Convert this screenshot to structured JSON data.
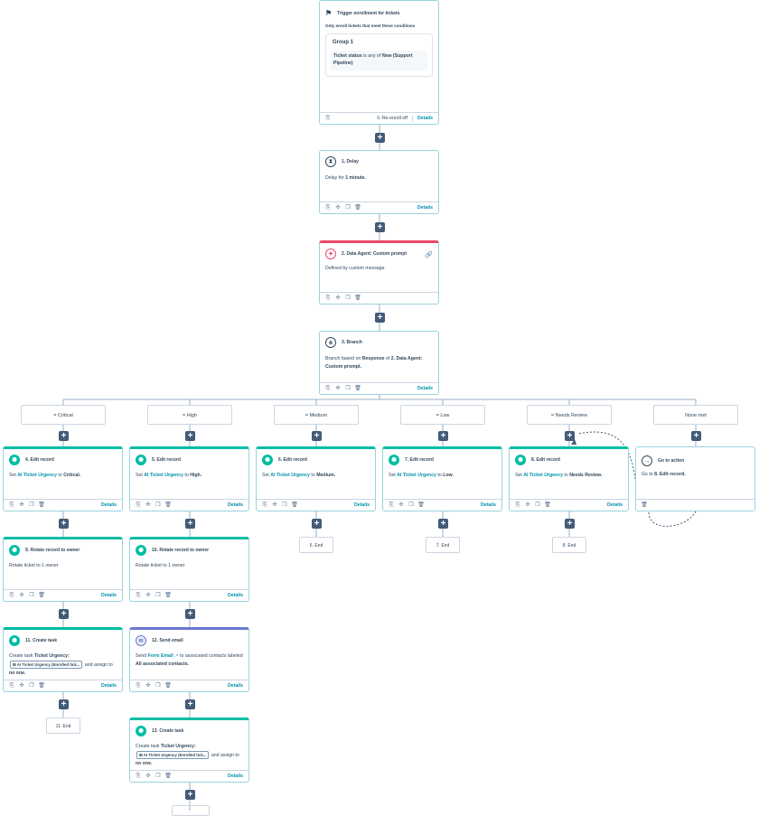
{
  "trigger": {
    "title": "Trigger enrollment for tickets",
    "subtitle": "Only enroll tickets that meet these conditions",
    "group_title": "Group 1",
    "condition_field": "Ticket status",
    "condition_op": " is any of ",
    "condition_value": "New (Support Pipeline)",
    "reenroll": "Re-enroll off",
    "details": "Details"
  },
  "delay": {
    "title": "1. Delay",
    "text_prefix": "Delay for ",
    "text_value": "1 minute.",
    "details": "Details"
  },
  "agent": {
    "title": "2. Data Agent: Custom prompt",
    "text": "Defined by custom message."
  },
  "branch": {
    "title": "3. Branch",
    "text_prefix": "Branch based on ",
    "text_response": "Response",
    "text_mid": " of ",
    "text_source": "2. Data Agent: Custom prompt.",
    "details": "Details"
  },
  "branch_labels": [
    "= Critical",
    "= High",
    "= Medium",
    "= Low",
    "= Needs Review",
    "None met"
  ],
  "edits": [
    {
      "title": "4. Edit record",
      "prop": "AI Ticket Urgency",
      "value": "Critical."
    },
    {
      "title": "5. Edit record",
      "prop": "AI Ticket Urgency",
      "value": "High."
    },
    {
      "title": "6. Edit record",
      "prop": "AI Ticket Urgency",
      "value": "Medium."
    },
    {
      "title": "7. Edit record",
      "prop": "AI Ticket Urgency",
      "value": "Low."
    },
    {
      "title": "8. Edit record",
      "prop": "AI Ticket Urgency",
      "value": "Needs Review."
    }
  ],
  "edit_text": {
    "set": "Set ",
    "to": " to "
  },
  "goto": {
    "title": "Go to action",
    "text_prefix": "Go to ",
    "text_value": "8. Edit record."
  },
  "ends": {
    "e6": "6. End",
    "e7": "7. End",
    "e8": "8. End",
    "e11": "11. End"
  },
  "rotate": [
    {
      "title": "9. Rotate record to owner",
      "text": "Rotate ticket to 1 owner"
    },
    {
      "title": "10. Rotate record to owner",
      "text": "Rotate ticket to 1 owner"
    }
  ],
  "task11": {
    "title": "11. Create task",
    "text_prefix": "Create task ",
    "task_name": "Ticket Urgency:",
    "token": "AI Ticket Urgency (Enrolled tick...",
    "text_assign": " and assign to ",
    "assignee": "no one."
  },
  "email": {
    "title": "12. Send email",
    "text_send": "Send ",
    "email_name": "Form Email",
    "text_rest": " to associated contacts labeled ",
    "label": "All associated contacts."
  },
  "task13": {
    "title": "13. Create task",
    "text_prefix": "Create task ",
    "task_name": "Ticket Urgency:",
    "token": "AI Ticket Urgency (Enrolled tick...",
    "text_assign": " and assign to ",
    "assignee": "no one."
  },
  "common": {
    "details": "Details",
    "plus": "+"
  },
  "colors": {
    "teal": "#00bda5",
    "link": "#0091ae",
    "connector": "#425b76",
    "card_border": "#99d3dd",
    "agent_red": "#e8486a",
    "email_blue": "#6a78d1"
  }
}
